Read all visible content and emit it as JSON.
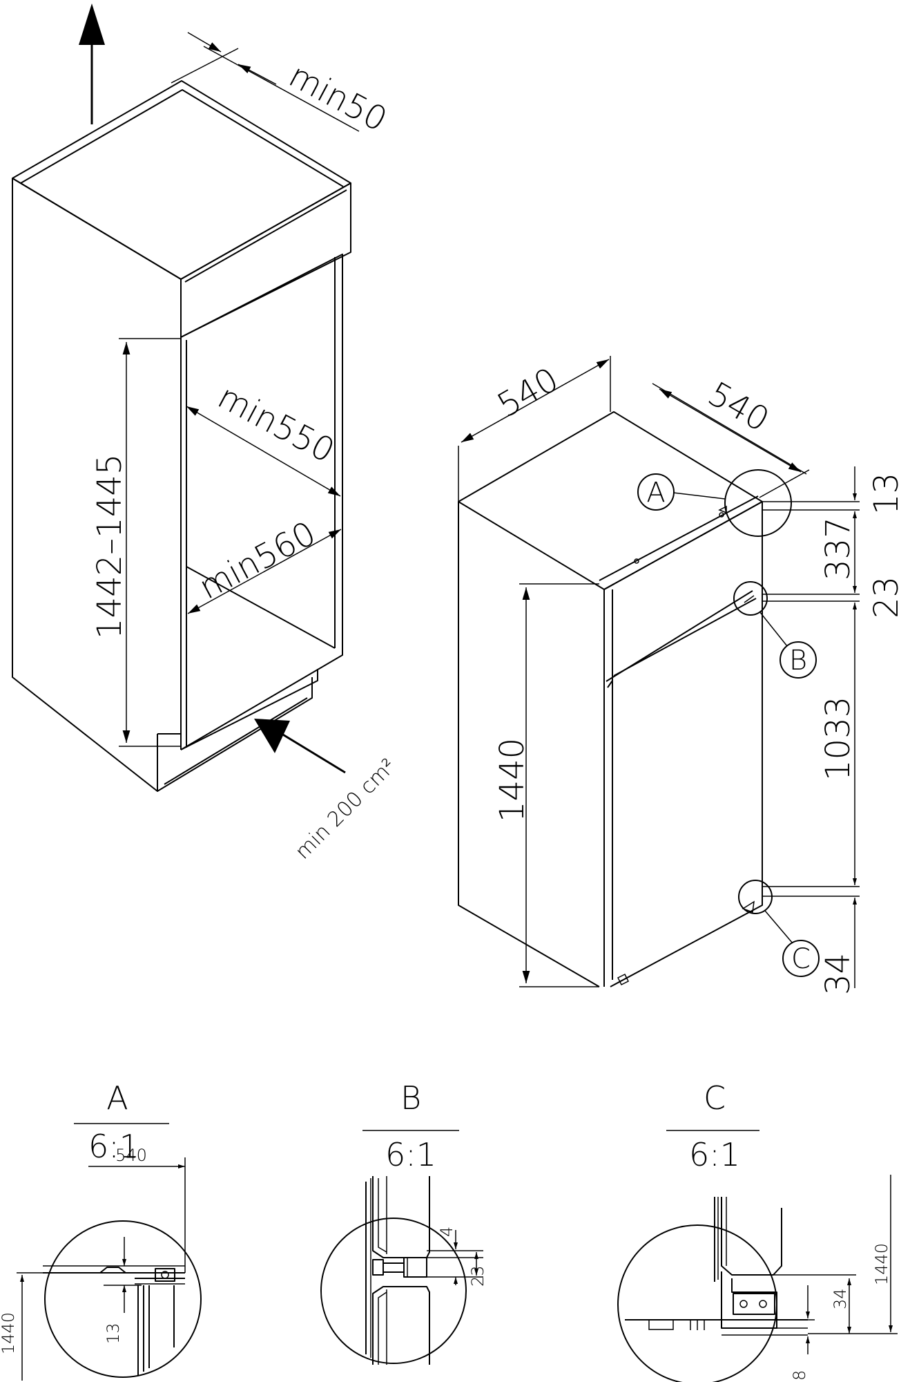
{
  "niche": {
    "top_clearance": "min50",
    "inner_depth": "min550",
    "inner_width": "min560",
    "height_range": "1442–1445",
    "vent_area": "min 200 cm²"
  },
  "appliance": {
    "width": "540",
    "depth": "540",
    "height": "1440",
    "dim_top_gap": "13",
    "dim_upper_hinge": "337",
    "dim_middle_hinge": "23",
    "dim_lower_span": "1033",
    "dim_bottom": "34",
    "callouts": [
      "A",
      "B",
      "C"
    ]
  },
  "details": [
    {
      "letter": "A",
      "scale": "6:1",
      "labels": {
        "width": "540",
        "height": "1440",
        "gap": "13"
      }
    },
    {
      "letter": "B",
      "scale": "6:1",
      "labels": {
        "top": "4",
        "gap": "23"
      }
    },
    {
      "letter": "C",
      "scale": "6:1",
      "labels": {
        "height": "1440",
        "bottom": "34",
        "foot": "8"
      }
    }
  ]
}
